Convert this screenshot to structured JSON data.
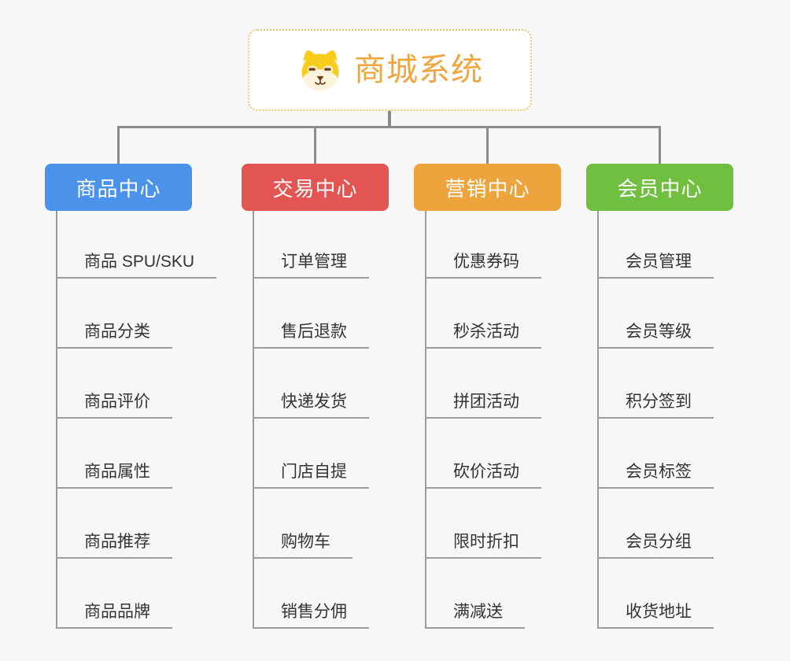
{
  "page": {
    "background_color": "#f7f7f7",
    "connector_color": "#8c8c8c",
    "leaf_line_color": "#9c9c9c",
    "leaf_text_color": "#333333"
  },
  "root": {
    "title": "商城系统",
    "icon": "dog-face-icon",
    "text_color": "#f1a53c",
    "border_color": "#f4c06a",
    "background_color": "#ffffff"
  },
  "branches": [
    {
      "label": "商品中心",
      "color": "#4b93ea",
      "items": [
        "商品 SPU/SKU",
        "商品分类",
        "商品评价",
        "商品属性",
        "商品推荐",
        "商品品牌"
      ]
    },
    {
      "label": "交易中心",
      "color": "#e25552",
      "items": [
        "订单管理",
        "售后退款",
        "快递发货",
        "门店自提",
        "购物车",
        "销售分佣"
      ]
    },
    {
      "label": "营销中心",
      "color": "#eda43c",
      "items": [
        "优惠券码",
        "秒杀活动",
        "拼团活动",
        "砍价活动",
        "限时折扣",
        "满减送"
      ]
    },
    {
      "label": "会员中心",
      "color": "#70bf41",
      "items": [
        "会员管理",
        "会员等级",
        "积分签到",
        "会员标签",
        "会员分组",
        "收货地址"
      ]
    }
  ]
}
